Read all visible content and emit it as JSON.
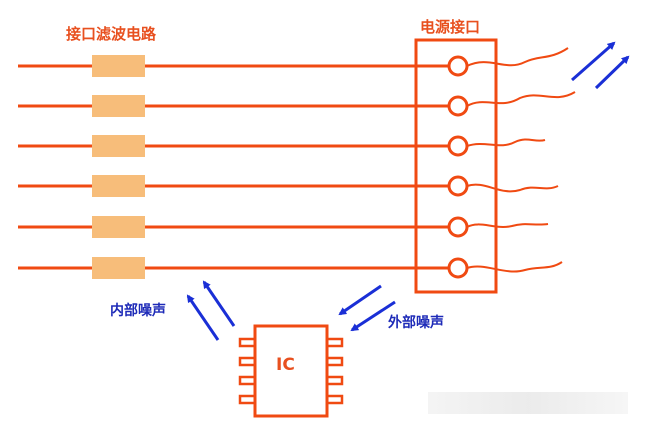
{
  "labels": {
    "filter_circuit": "接口滤波电路",
    "power_port": "电源接口",
    "internal_noise": "内部噪声",
    "external_noise": "外部噪声",
    "ic": "IC"
  },
  "colors": {
    "circuit": "#f04a12",
    "noise_arrow": "#1a2fd6",
    "label_orange": "#e8501f",
    "label_blue": "#1e2bb8",
    "filter_fill": "#f7bd7a"
  }
}
